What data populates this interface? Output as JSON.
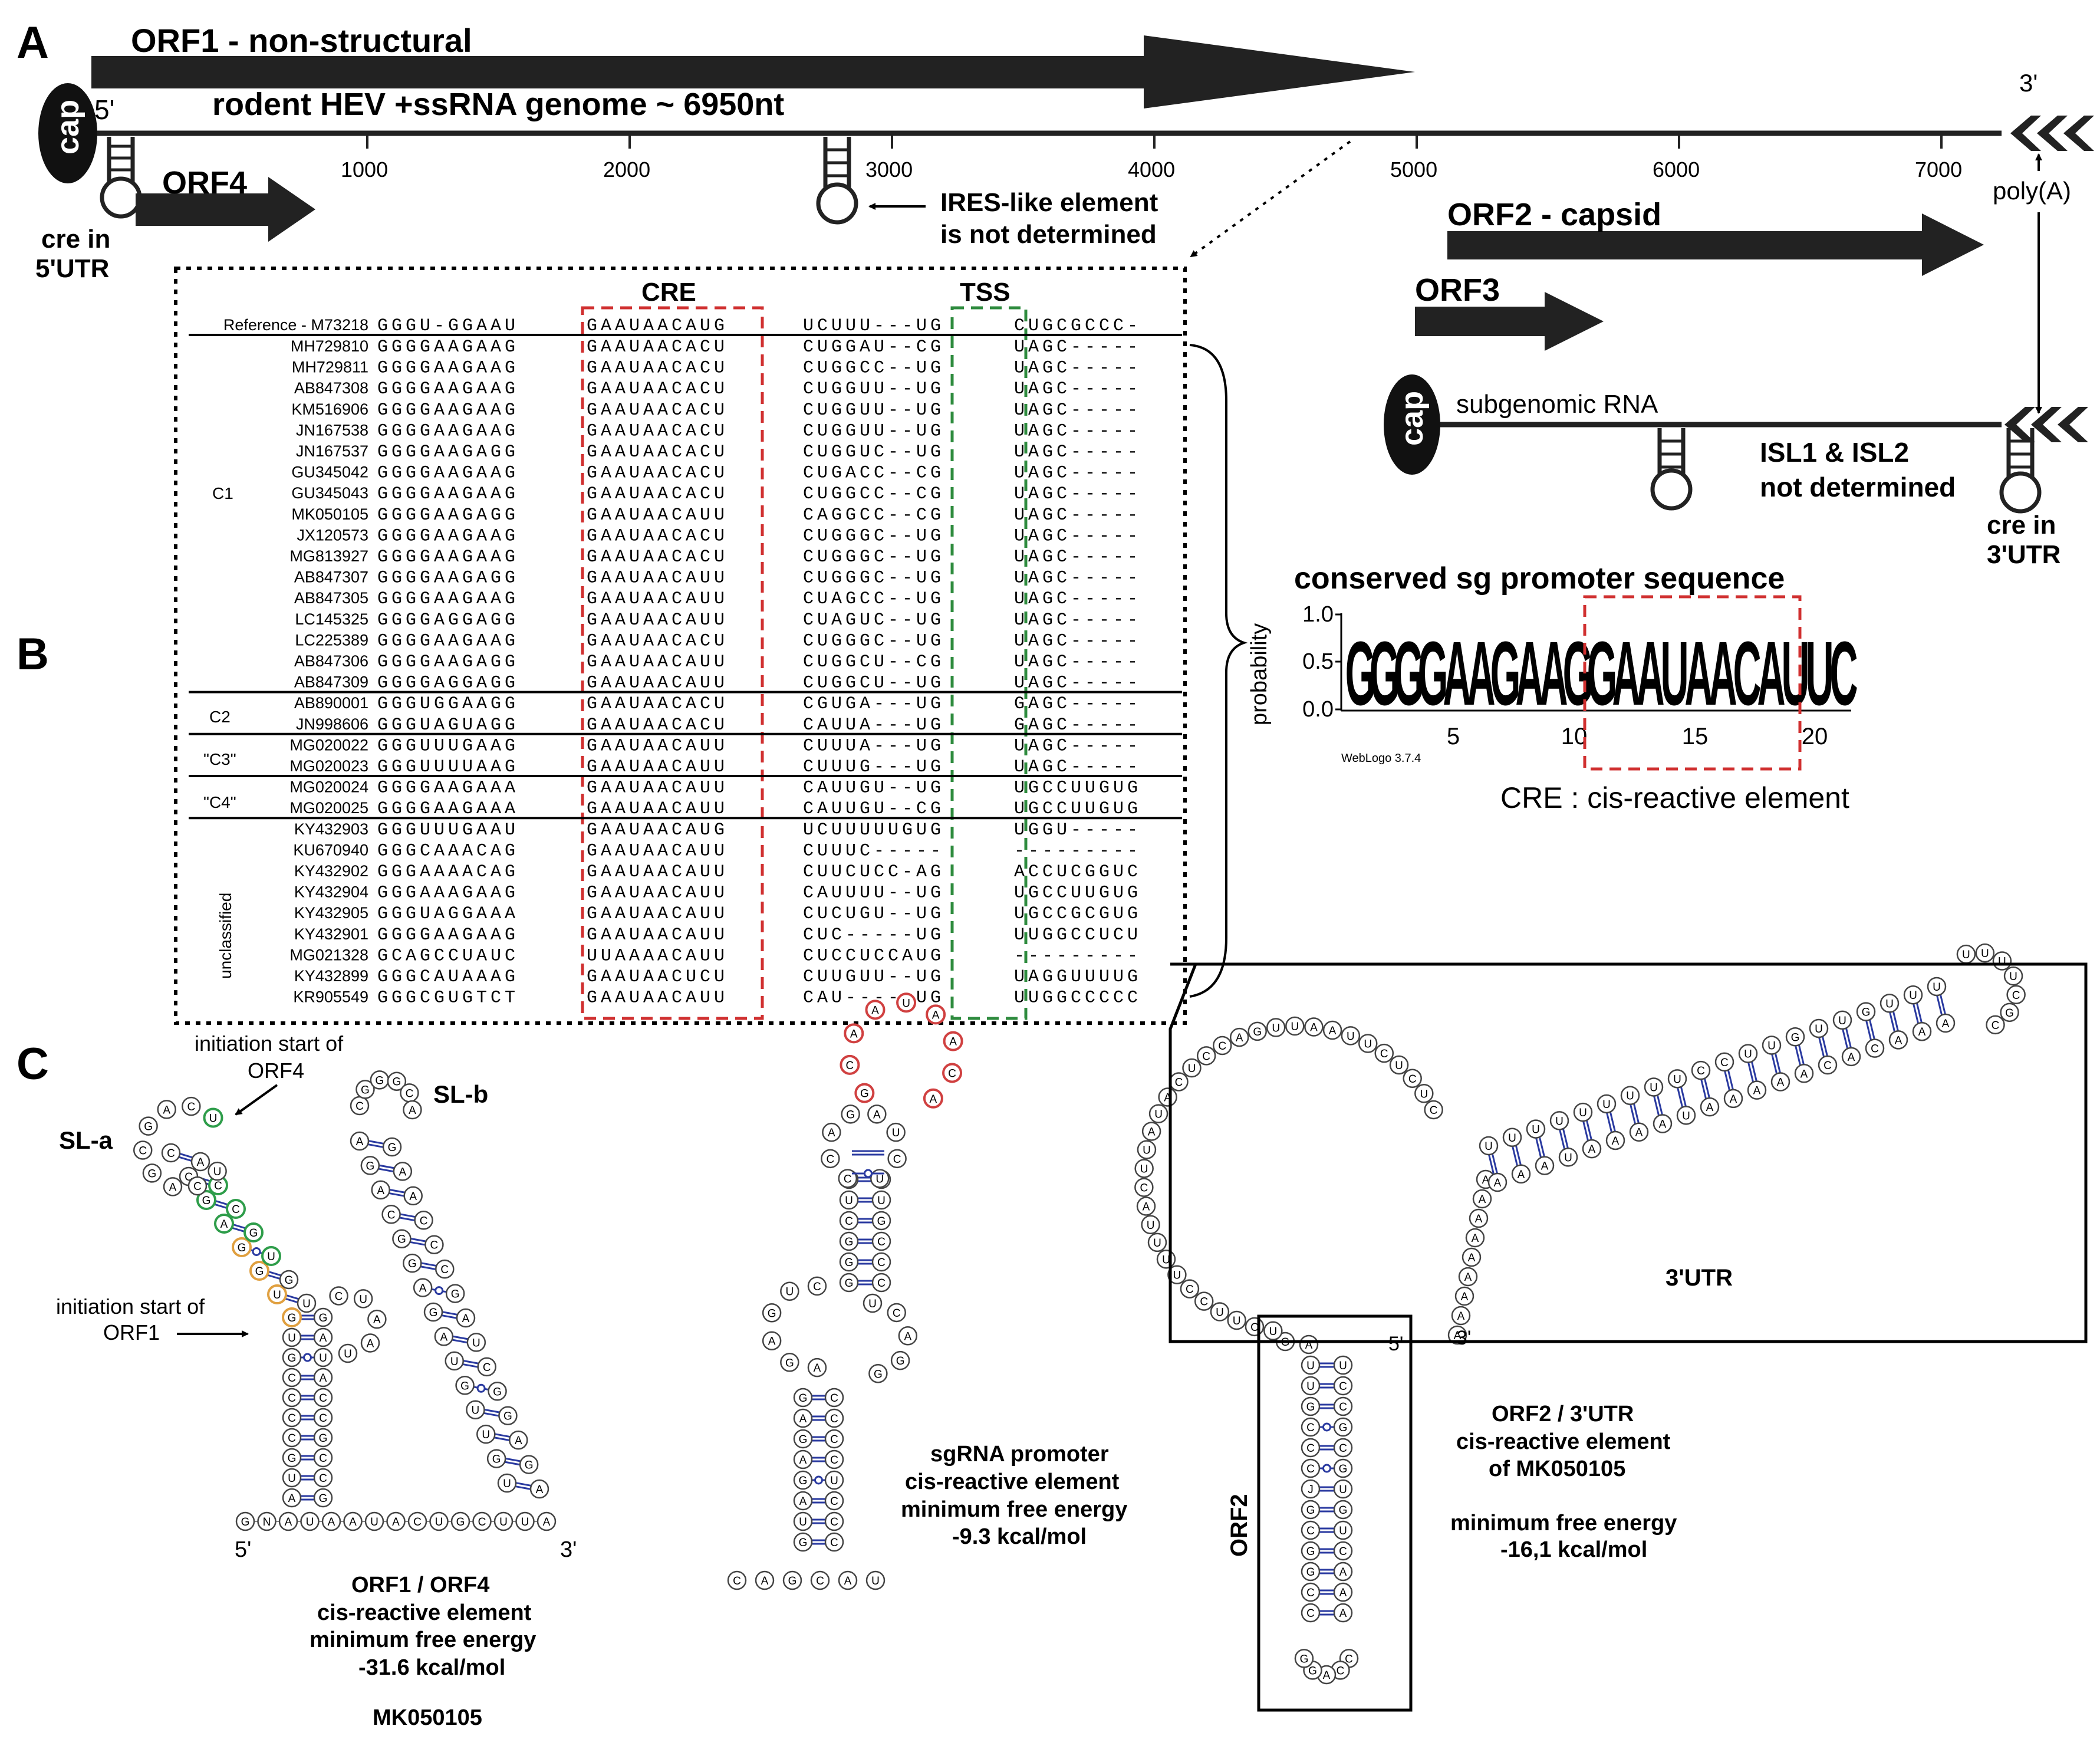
{
  "panel_labels": {
    "a": "A",
    "b": "B",
    "c": "C"
  },
  "genome": {
    "orf1_label": "ORF1 - non-structural",
    "genome_label": "rodent HEV +ssRNA genome ~ 6950nt",
    "cap_label": "cap",
    "five_prime": "5'",
    "three_prime": "3'",
    "ticks": [
      "1000",
      "2000",
      "3000",
      "4000",
      "5000",
      "6000",
      "7000"
    ],
    "orf4_label": "ORF4",
    "cre5_line1": "cre in",
    "cre5_line2": "5'UTR",
    "ires_line1": "IRES-like element",
    "ires_line2": "is not determined",
    "polya_label": "poly(A)",
    "orf2_label": "ORF2 - capsid",
    "orf3_label": "ORF3",
    "sg_cap_label": "cap",
    "sg_label": "subgenomic RNA",
    "isl_line1": "ISL1 & ISL2",
    "isl_line2": "not determined",
    "cre3_line1": "cre in",
    "cre3_line2": "3'UTR"
  },
  "alignment": {
    "cre_label": "CRE",
    "tss_label": "TSS",
    "reference": {
      "label": "Reference - M73218",
      "s1": "GGGU-GGAAU",
      "s2": "GAAUAACAUG",
      "s3": "UCUUU---UG",
      "s4": "CUGCGCCC-"
    },
    "rows": [
      {
        "id": "MH729810",
        "s1": "GGGGAAGAAG",
        "s2": "GAAUAACACU",
        "s3": "CUGGAU--CG",
        "s4": "UAGC-----"
      },
      {
        "id": "MH729811",
        "s1": "GGGGAAGAAG",
        "s2": "GAAUAACACU",
        "s3": "CUGGCC--UG",
        "s4": "UAGC-----"
      },
      {
        "id": "AB847308",
        "s1": "GGGGAAGAAG",
        "s2": "GAAUAACACU",
        "s3": "CUGGUU--UG",
        "s4": "UAGC-----"
      },
      {
        "id": "KM516906",
        "s1": "GGGGAAGAAG",
        "s2": "GAAUAACACU",
        "s3": "CUGGUU--UG",
        "s4": "UAGC-----"
      },
      {
        "id": "JN167538",
        "s1": "GGGGAAGAAG",
        "s2": "GAAUAACACU",
        "s3": "CUGGUU--UG",
        "s4": "UAGC-----"
      },
      {
        "id": "JN167537",
        "s1": "GGGGAAGAGG",
        "s2": "GAAUAACACU",
        "s3": "CUGGUC--UG",
        "s4": "UAGC-----"
      },
      {
        "id": "GU345042",
        "s1": "GGGGAAGAAG",
        "s2": "GAAUAACACU",
        "s3": "CUGACC--CG",
        "s4": "UAGC-----"
      },
      {
        "id": "GU345043",
        "s1": "GGGGAAGAAG",
        "s2": "GAAUAACACU",
        "s3": "CUGGCC--CG",
        "s4": "UAGC-----"
      },
      {
        "id": "MK050105",
        "s1": "GGGGAAGAGG",
        "s2": "GAAUAACAUU",
        "s3": "CAGGCC--CG",
        "s4": "UAGC-----"
      },
      {
        "id": "JX120573",
        "s1": "GGGGAAGAAG",
        "s2": "GAAUAACACU",
        "s3": "CUGGGC--UG",
        "s4": "UAGC-----"
      },
      {
        "id": "MG813927",
        "s1": "GGGGAAGAAG",
        "s2": "GAAUAACACU",
        "s3": "CUGGGC--UG",
        "s4": "UAGC-----"
      },
      {
        "id": "AB847307",
        "s1": "GGGGAAGAGG",
        "s2": "GAAUAACAUU",
        "s3": "CUGGGC--UG",
        "s4": "UAGC-----"
      },
      {
        "id": "AB847305",
        "s1": "GGGGAAGAAG",
        "s2": "GAAUAACAUU",
        "s3": "CUAGCC--UG",
        "s4": "UAGC-----"
      },
      {
        "id": "LC145325",
        "s1": "GGGGAGGAGG",
        "s2": "GAAUAACAUU",
        "s3": "CUAGUC--UG",
        "s4": "UAGC-----"
      },
      {
        "id": "LC225389",
        "s1": "GGGGAAGAAG",
        "s2": "GAAUAACACU",
        "s3": "CUGGGC--UG",
        "s4": "UAGC-----"
      },
      {
        "id": "AB847306",
        "s1": "GGGGAAGAGG",
        "s2": "GAAUAACAUU",
        "s3": "CUGGCU--CG",
        "s4": "UAGC-----"
      },
      {
        "id": "AB847309",
        "s1": "GGGGAGGAGG",
        "s2": "GAAUAACAUU",
        "s3": "CUGGCU--UG",
        "s4": "UAGC-----"
      },
      {
        "id": "AB890001",
        "s1": "GGGUGGAAGG",
        "s2": "GAAUAACACU",
        "s3": "CGUGA---UG",
        "s4": "GAGC-----"
      },
      {
        "id": "JN998606",
        "s1": "GGGUAGUAGG",
        "s2": "GAAUAACACU",
        "s3": "CAUUA---UG",
        "s4": "GAGC-----"
      },
      {
        "id": "MG020022",
        "s1": "GGGUUUGAAG",
        "s2": "GAAUAACAUU",
        "s3": "CUUUA---UG",
        "s4": "UAGC-----"
      },
      {
        "id": "MG020023",
        "s1": "GGGUUUUAAG",
        "s2": "GAAUAACAUU",
        "s3": "CUUUG---UG",
        "s4": "UAGC-----"
      },
      {
        "id": "MG020024",
        "s1": "GGGGAAGAAA",
        "s2": "GAAUAACAUU",
        "s3": "CAUUGU--UG",
        "s4": "UGCCUUGUG"
      },
      {
        "id": "MG020025",
        "s1": "GGGGAAGAAA",
        "s2": "GAAUAACAUU",
        "s3": "CAUUGU--CG",
        "s4": "UGCCUUGUG"
      },
      {
        "id": "KY432903",
        "s1": "GGGUUUGAAU",
        "s2": "GAAUAACAUG",
        "s3": "UCUUUUUGUG",
        "s4": "UGGU-----"
      },
      {
        "id": "KU670940",
        "s1": "GGGCAAACAG",
        "s2": "GAAUAACAUU",
        "s3": "CUUUC-----",
        "s4": "---------"
      },
      {
        "id": "KY432902",
        "s1": "GGGAAAACAG",
        "s2": "GAAUAACAUU",
        "s3": "CUUCUCC-AG",
        "s4": "ACCUCGGUC"
      },
      {
        "id": "KY432904",
        "s1": "GGGAAAGAAG",
        "s2": "GAAUAACAUU",
        "s3": "CAUUUU--UG",
        "s4": "UGCCUUGUG"
      },
      {
        "id": "KY432905",
        "s1": "GGGUAGGAAA",
        "s2": "GAAUAACAUU",
        "s3": "CUCUGU--UG",
        "s4": "UGCCGCGUG"
      },
      {
        "id": "KY432901",
        "s1": "GGGGAAGAAG",
        "s2": "GAAUAACAUU",
        "s3": "CUC-----UG",
        "s4": "UUGGCCUCU"
      },
      {
        "id": "MG021328",
        "s1": "GCAGCCUAUC",
        "s2": "UUAAAACAUU",
        "s3": "CUCCUCCAUG",
        "s4": "---------"
      },
      {
        "id": "KY432899",
        "s1": "GGGCAUAAAG",
        "s2": "GAAUAACUCU",
        "s3": "CUUGUU--UG",
        "s4": "UAGGUUUUG"
      },
      {
        "id": "KR905549",
        "s1": "GGGCGUGTCT",
        "s2": "GAAUAACAUU",
        "s3": "CAU-----UG",
        "s4": "UUGGCCCCC"
      }
    ],
    "groups": [
      "C1",
      "C2",
      "\"C3\"",
      "\"C4\"",
      "unclassified"
    ]
  },
  "logo": {
    "title": "conserved sg promoter sequence",
    "ylabel": "probability",
    "yticks": [
      "1.0",
      "0.5",
      "0.0"
    ],
    "xticks": [
      "5",
      "10",
      "15",
      "20"
    ],
    "sequence": "GGGGAAGAAGGAAUAACAUUC",
    "credit": "WebLogo 3.7.4",
    "caption": "CRE : cis-reactive element"
  },
  "panel_c": {
    "init_orf4_line1": "initiation start of",
    "init_orf4_line2": "ORF4",
    "init_orf1_line1": "initiation start of",
    "init_orf1_line2": "ORF1",
    "sla": "SL-a",
    "slb": "SL-b",
    "five": "5'",
    "three": "3'",
    "cap1_l1": "ORF1 / ORF4",
    "cap1_l2": "cis-reactive element",
    "cap1_l3": "minimum free energy",
    "cap1_l4": "-31.6 kcal/mol",
    "cap1_l5": "MK050105",
    "cap2_l1": "sgRNA promoter",
    "cap2_l2": "cis-reactive element",
    "cap2_l3": "minimum free energy",
    "cap2_l4": "-9.3 kcal/mol",
    "utr_label": "3'UTR",
    "orf2_label": "ORF2",
    "cap3_l1": "ORF2 / 3'UTR",
    "cap3_l2": "cis-reactive element",
    "cap3_l3": "of MK050105",
    "cap3_l4": "minimum free energy",
    "cap3_l5": "-16,1 kcal/mol"
  },
  "colors": {
    "cre_box": "#d03030",
    "tss_box": "#2e8b3e",
    "orf4_nt": "#2e9d4a",
    "orf1_nt": "#e0a040",
    "promoter_nt": "#d04040",
    "pair": "#2a3aa0"
  }
}
